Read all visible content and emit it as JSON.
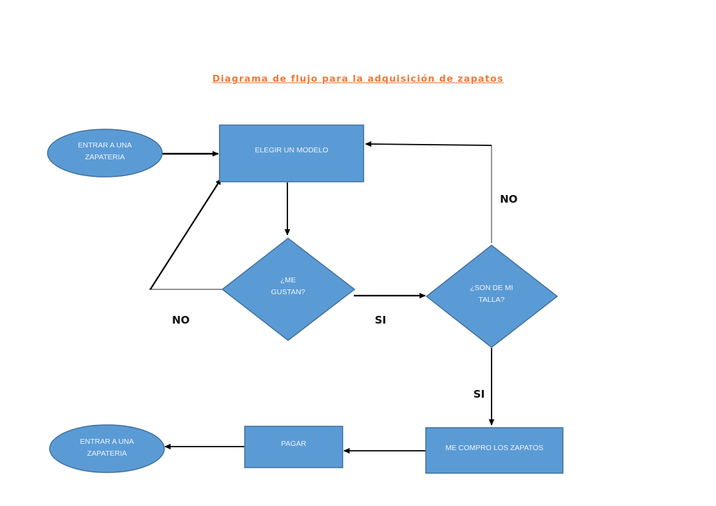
{
  "title": "Diagrama de flujo para la adquisición de zapatos",
  "colors": {
    "shape_fill": "#5b9bd5",
    "shape_stroke": "#41719c",
    "shape_text": "#eef3fb",
    "title": "#ee7a3a",
    "connector": "#000000"
  },
  "nodes": {
    "start": {
      "type": "ellipse",
      "lines": [
        "ENTRAR A UNA",
        "ZAPATERIA"
      ]
    },
    "choose": {
      "type": "process",
      "lines": [
        "ELEGIR UN MODELO"
      ]
    },
    "like": {
      "type": "decision",
      "lines": [
        "¿ME",
        "GUSTAN?"
      ]
    },
    "size": {
      "type": "decision",
      "lines": [
        "¿SON DE MI",
        "TALLA?"
      ]
    },
    "buy": {
      "type": "process",
      "lines": [
        "ME COMPRO LOS ZAPATOS"
      ]
    },
    "pay": {
      "type": "process",
      "lines": [
        "PAGAR"
      ]
    },
    "end": {
      "type": "ellipse",
      "lines": [
        "ENTRAR A UNA",
        "ZAPATERIA"
      ]
    }
  },
  "edge_labels": {
    "like_no": "NO",
    "like_si": "SI",
    "size_no": "NO",
    "size_si": "SI"
  }
}
